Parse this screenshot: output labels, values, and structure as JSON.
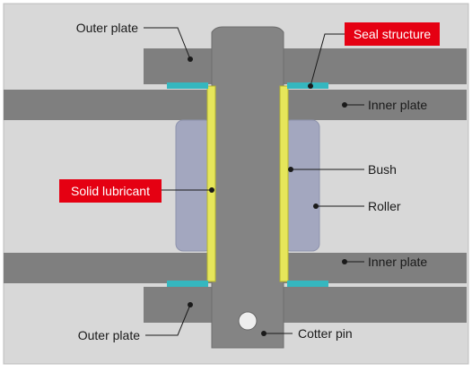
{
  "labels": {
    "outer_plate_top": "Outer plate",
    "seal_structure": "Seal structure",
    "inner_plate_top": "Inner plate",
    "bush": "Bush",
    "solid_lubricant": "Solid lubricant",
    "roller": "Roller",
    "inner_plate_bottom": "Inner plate",
    "outer_plate_bottom": "Outer plate",
    "cotter_pin": "Cotter pin"
  },
  "colors": {
    "background": "#d8d8d8",
    "plate": "#7f7f7f",
    "plate_shadow": "#6e6e6e",
    "pin": "#848484",
    "roller": "#a3a7bf",
    "lubricant": "#e6e65a",
    "seal": "#35b7bf",
    "callout_red": "#e50012",
    "line": "#1a1a1a"
  }
}
